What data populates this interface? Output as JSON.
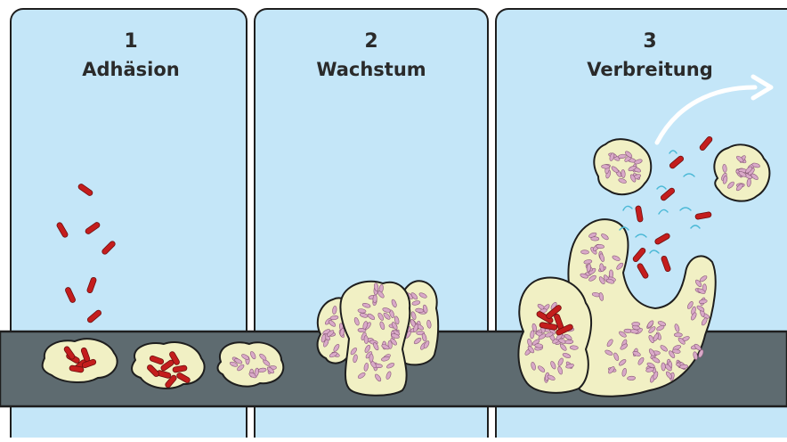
{
  "panels": [
    {
      "number": "1",
      "title": "Adhäsion"
    },
    {
      "number": "2",
      "title": "Wachstum"
    },
    {
      "number": "3",
      "title": "Verbreitung"
    }
  ],
  "colors": {
    "background": "#c4e6f8",
    "surface": "#5e6b70",
    "biofilm_fill": "#f1f0c4",
    "biofilm_outline": "#1e1e1e",
    "bacteria_red": "#c41d1d",
    "embedded_cells": "#d9a9c8",
    "released_signal": "#49b8d6",
    "arrow": "#ffffff"
  }
}
